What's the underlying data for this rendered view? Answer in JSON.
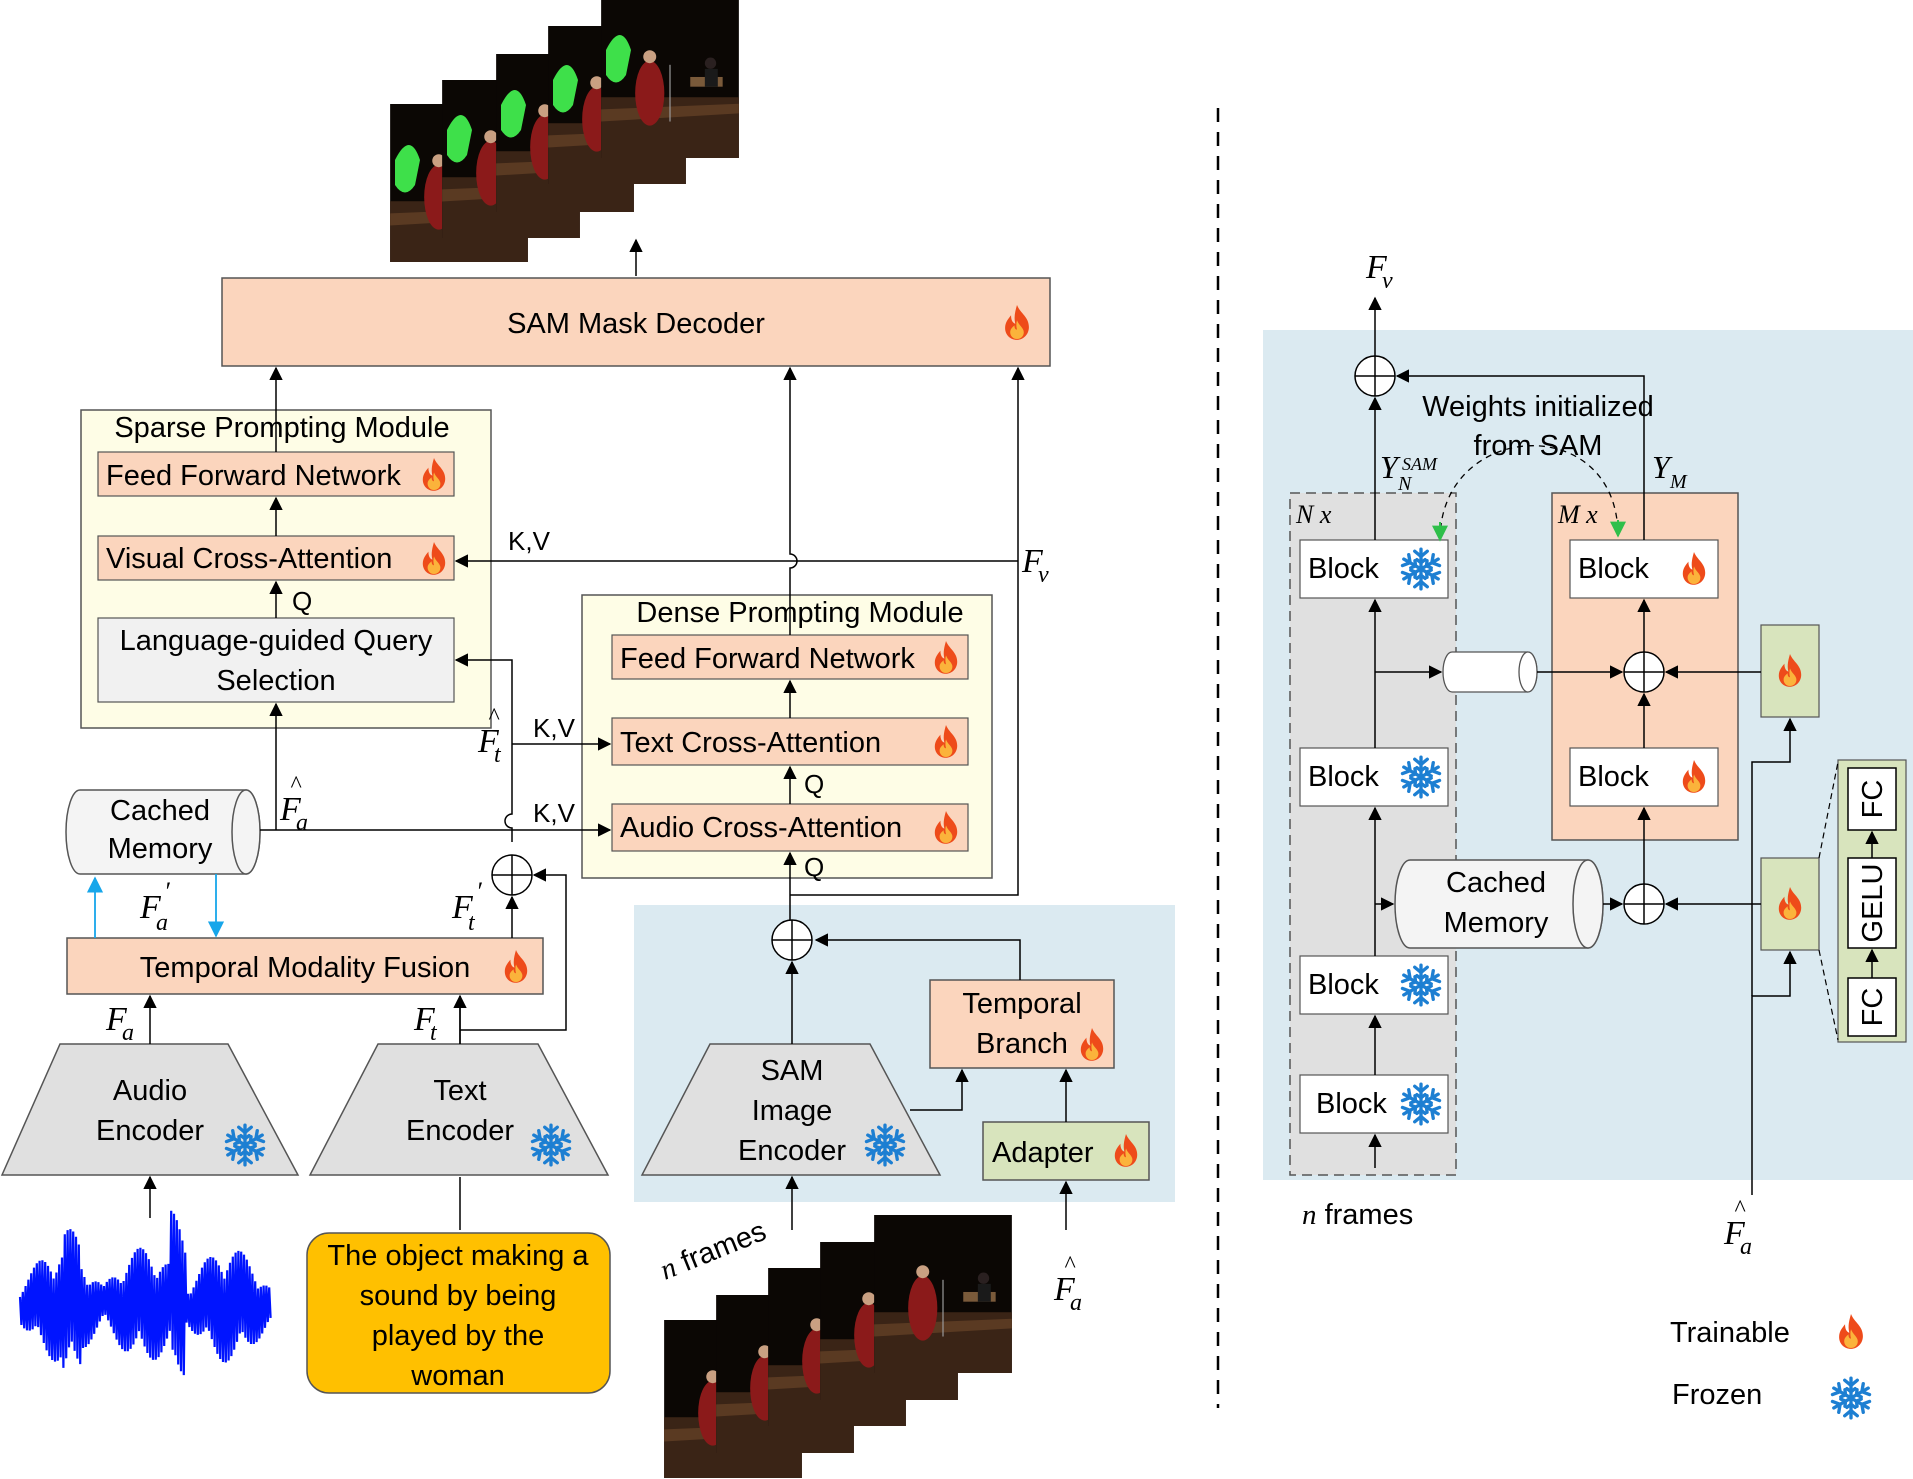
{
  "colors": {
    "trainable_fill": "#fbd5bd",
    "frozen_fill": "#e0e0e0",
    "module_fill": "#fefde6",
    "panel_fill": "#dbeaf1",
    "adapter_fill": "#d8e4bd",
    "query_fill": "#f1f1f1",
    "text_prompt_fill": "#ffc000",
    "waveform": "#0014ff",
    "flame": "#ee4b1a",
    "snowflake": "#1d7fd2",
    "arrow_cyan": "#17a6ea",
    "init_arrow": "#2fbf4a",
    "mask_green": "#3ee04a"
  },
  "icons": {
    "trainable": "flame-icon",
    "frozen": "snowflake-icon"
  },
  "left": {
    "sam_mask_decoder": "SAM Mask Decoder",
    "sparse_module": {
      "title": "Sparse Prompting Module",
      "ffn": "Feed Forward Network",
      "visual_ca": "Visual Cross-Attention",
      "lqs_line1": "Language-guided Query",
      "lqs_line2": "Selection",
      "q": "Q",
      "kv": "K,V"
    },
    "dense_module": {
      "title": "Dense Prompting Module",
      "ffn": "Feed Forward Network",
      "text_ca": "Text Cross-Attention",
      "audio_ca": "Audio Cross-Attention",
      "q1": "Q",
      "q2": "Q",
      "kv_text": "K,V",
      "kv_audio": "K,V"
    },
    "cached_memory_line1": "Cached",
    "cached_memory_line2": "Memory",
    "temporal_fusion": "Temporal Modality Fusion",
    "audio_encoder_line1": "Audio",
    "audio_encoder_line2": "Encoder",
    "text_encoder_line1": "Text",
    "text_encoder_line2": "Encoder",
    "sam_image_encoder_line1": "SAM",
    "sam_image_encoder_line2": "Image",
    "sam_image_encoder_line3": "Encoder",
    "temporal_branch_line1": "Temporal",
    "temporal_branch_line2": "Branch",
    "adapter": "Adapter",
    "text_prompt_lines": [
      "The object making a",
      "sound by being",
      "played by the",
      "woman"
    ],
    "n_frames_n": "n",
    "n_frames_word": "frames",
    "sym": {
      "F": "F",
      "a": "a",
      "t": "t",
      "v": "v",
      "hat": "^",
      "prime": "′"
    }
  },
  "right": {
    "fv_F": "F",
    "fv_sub": "v",
    "weights_line1": "Weights initialized",
    "weights_line2": "from SAM",
    "y_n_Y": "Y",
    "y_n_sub": "N",
    "y_n_sup": "SAM",
    "y_m_Y": "Y",
    "y_m_sub": "M",
    "n_x": "N x",
    "m_x": "M x",
    "block": "Block",
    "cached_memory_line1": "Cached",
    "cached_memory_line2": "Memory",
    "fc_top": "FC",
    "gelu": "GELU",
    "fc_bottom": "FC",
    "n_frames_n": "n",
    "n_frames_word": "frames",
    "fa_F": "F",
    "fa_sub": "a"
  },
  "legend": {
    "trainable": "Trainable",
    "frozen": "Frozen"
  }
}
